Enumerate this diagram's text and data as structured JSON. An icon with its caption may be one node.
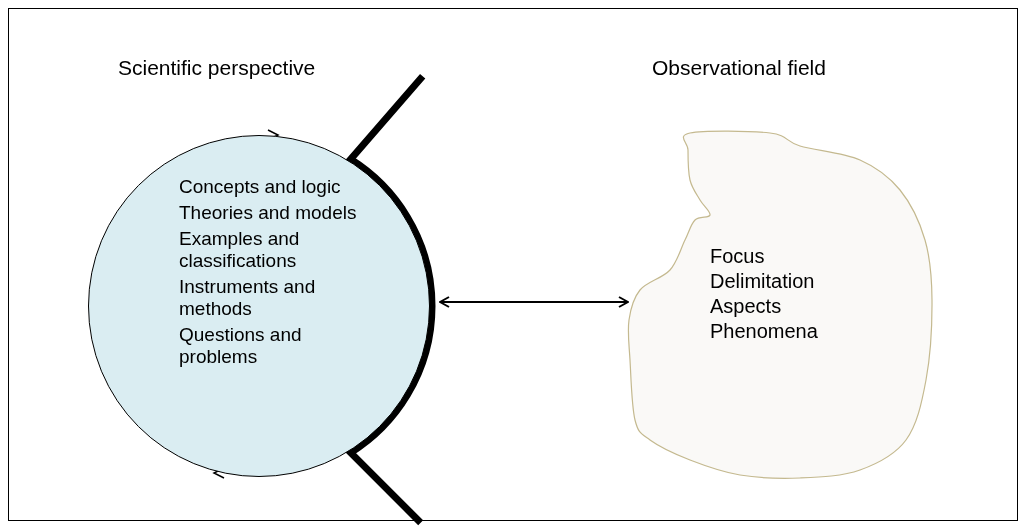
{
  "diagram": {
    "nodes": [
      {
        "text": [
          "Concepts and logic",
          "Theories and models",
          "Examples and classifications",
          "Instruments and methods",
          "Questions and problems"
        ]
      },
      {
        "text": [
          "Focus",
          "Delimitation",
          "Aspects",
          "Phenomena"
        ]
      }
    ],
    "edges": [
      {
        "from": 0,
        "to": 1,
        "arrow": "both"
      }
    ],
    "labels": [
      "Scientific perspective",
      "Observational field"
    ]
  }
}
